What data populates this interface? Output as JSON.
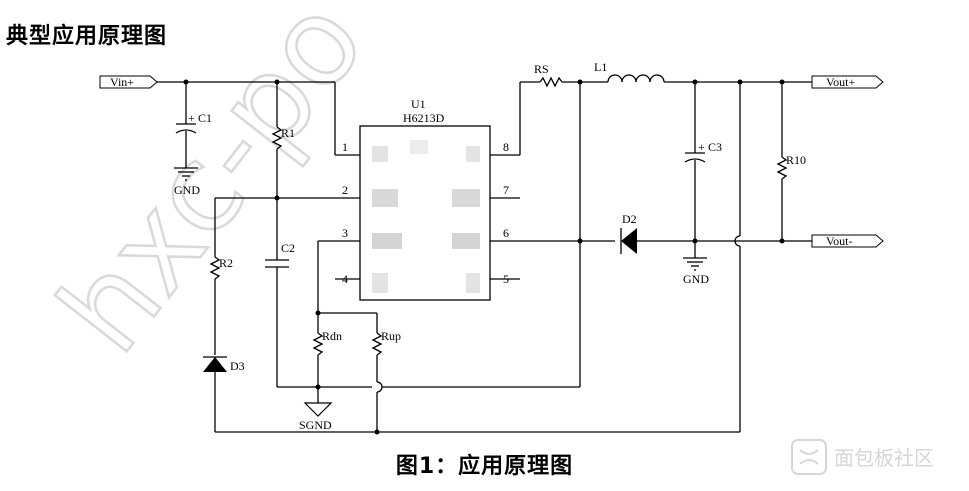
{
  "header": {
    "title": "典型应用原理图"
  },
  "caption": "图1：应用原理图",
  "ic": {
    "ref": "U1",
    "part": "H6213D",
    "pins": [
      "1",
      "2",
      "3",
      "4",
      "5",
      "6",
      "7",
      "8"
    ]
  },
  "ports": {
    "vin_plus": "Vin+",
    "vout_plus": "Vout+",
    "vout_minus": "Vout-"
  },
  "components": {
    "c1": "C1",
    "c2": "C2",
    "c3": "C3",
    "r1": "R1",
    "r2": "R2",
    "r10": "R10",
    "rs": "RS",
    "rdn": "Rdn",
    "rup": "Rup",
    "l1": "L1",
    "d2": "D2",
    "d3": "D3"
  },
  "grounds": {
    "gnd1": "GND",
    "gnd2": "GND",
    "sgnd": "SGND"
  },
  "polarity": {
    "plus": "+"
  },
  "watermark": {
    "diagonal": "hxc-po",
    "logo": "面包板社区"
  },
  "colors": {
    "line": "#000000",
    "watermark": "#d3d3d3",
    "ic_blur": "#cfcfcf"
  }
}
